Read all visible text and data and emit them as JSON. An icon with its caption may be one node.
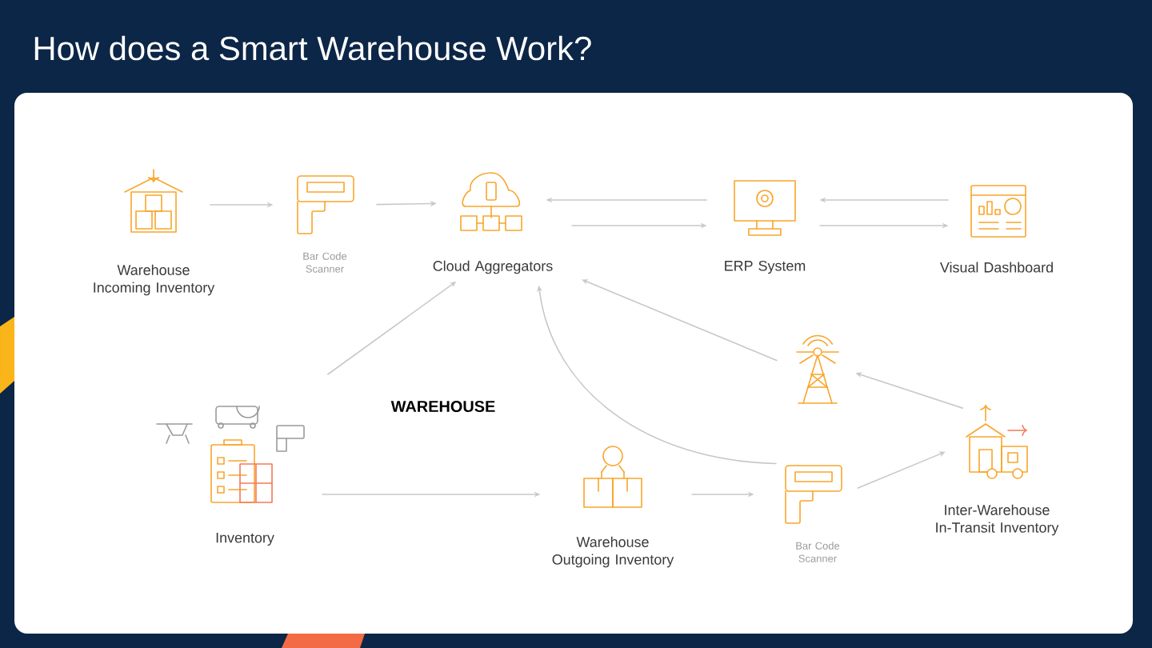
{
  "diagram": {
    "title": "How does a Smart Warehouse Work?",
    "nodes": [
      {
        "text": [
          "Warehouse Incoming Inventory"
        ]
      },
      {
        "text": [
          "Bar Code Scanner"
        ]
      },
      {
        "text": [
          "Cloud Aggregators"
        ]
      },
      {
        "text": [
          "ERP System"
        ]
      },
      {
        "text": [
          "Visual Dashboard"
        ]
      },
      {
        "text": [
          "Inventory"
        ]
      },
      {
        "text": [
          "Warehouse Outgoing Inventory"
        ]
      },
      {
        "text": [
          "Bar Code Scanner"
        ]
      },
      {
        "text": [],
        "shape": "picture"
      },
      {
        "text": [
          "Inter-Warehouse In-Transit Inventory"
        ]
      }
    ],
    "edges": [
      {
        "from": 0,
        "to": 1,
        "arrow": "to"
      },
      {
        "from": 1,
        "to": 2,
        "arrow": "to"
      },
      {
        "from": 3,
        "to": 2,
        "arrow": "to"
      },
      {
        "from": 2,
        "to": 3,
        "arrow": "to"
      },
      {
        "from": 4,
        "to": 3,
        "arrow": "to"
      },
      {
        "from": 3,
        "to": 4,
        "arrow": "to"
      },
      {
        "from": 5,
        "to": 2,
        "arrow": "to"
      },
      {
        "from": 8,
        "to": 2,
        "arrow": "to"
      },
      {
        "from": 7,
        "to": 2,
        "arrow": "to"
      },
      {
        "from": 5,
        "to": 6,
        "arrow": "to"
      },
      {
        "from": 6,
        "to": 7,
        "arrow": "to"
      },
      {
        "from": 7,
        "to": 9,
        "arrow": "to"
      },
      {
        "from": 9,
        "to": 8,
        "arrow": "to"
      }
    ],
    "labels": [
      "WAREHOUSE"
    ]
  }
}
